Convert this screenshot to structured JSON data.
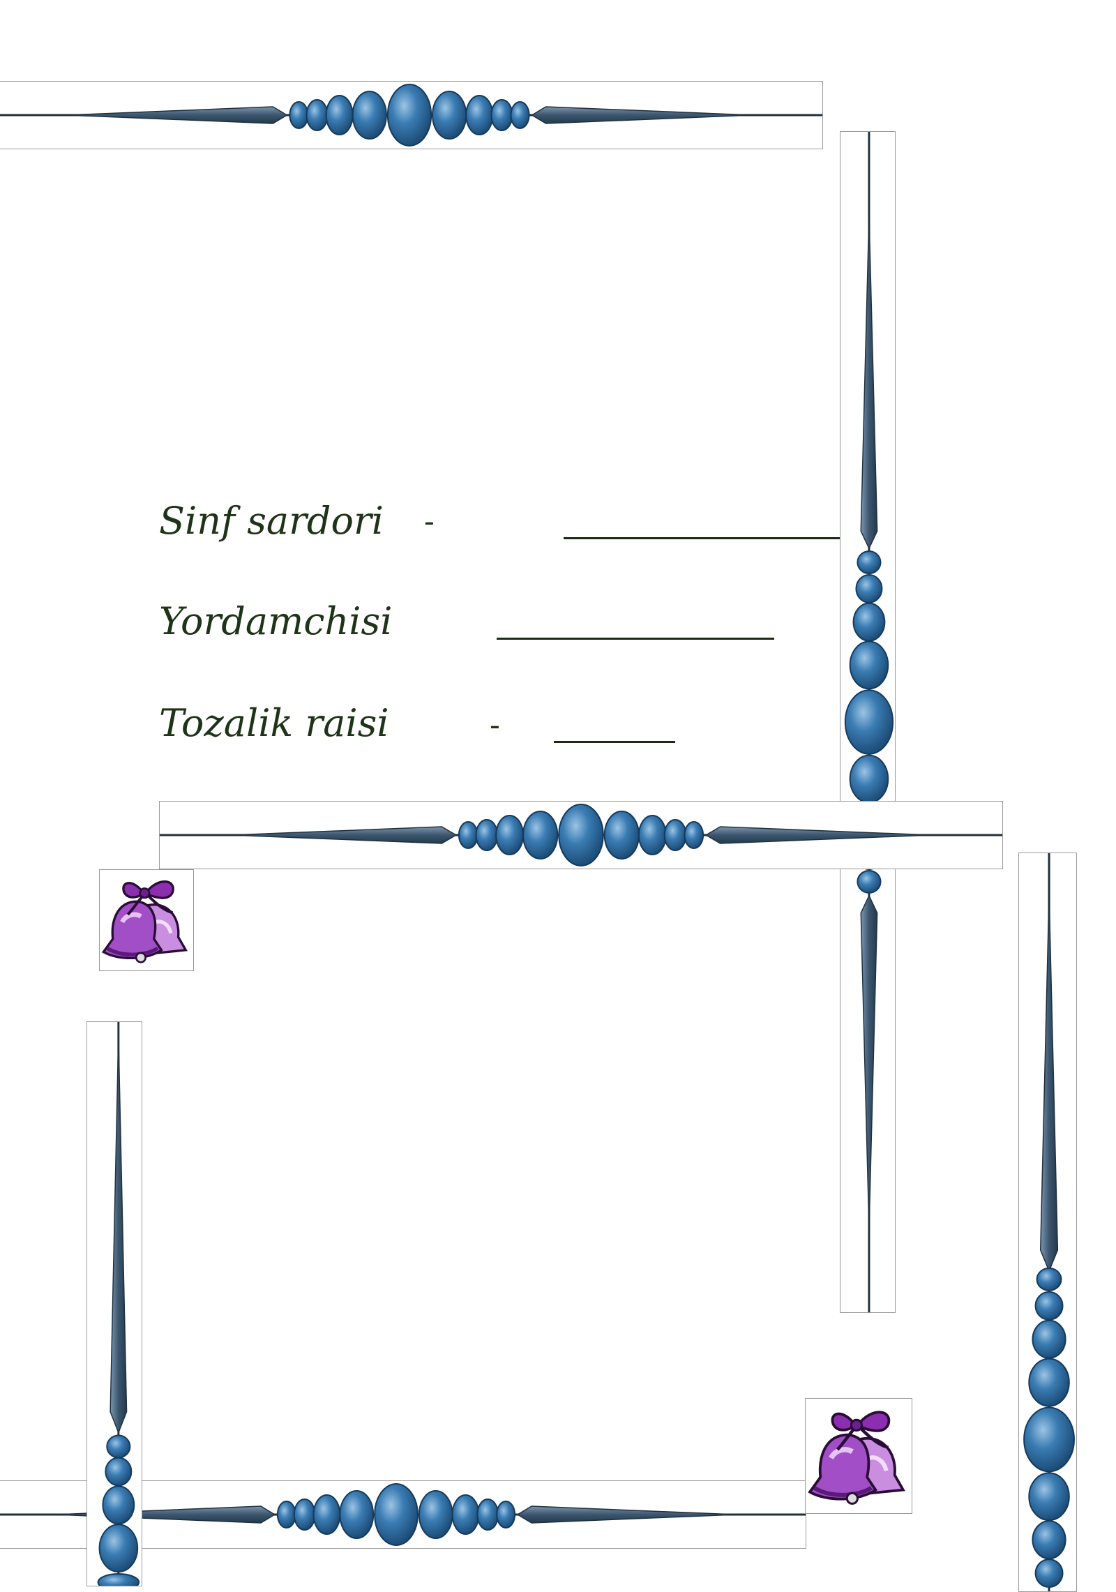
{
  "roles": [
    {
      "label": "Sinf sardori",
      "dash": "-"
    },
    {
      "label": "Yordamchisi",
      "dash": ""
    },
    {
      "label": "Tozalik raisi",
      "dash": "-"
    }
  ],
  "decor": {
    "bead_color": "#2e6a9e",
    "spike_color": "#3f5f7a",
    "bell_color": "#8b2fb0",
    "bell_highlight": "#d9a4ec",
    "icons": [
      "beaded-border-horizontal",
      "beaded-border-vertical",
      "bells-icon"
    ]
  }
}
